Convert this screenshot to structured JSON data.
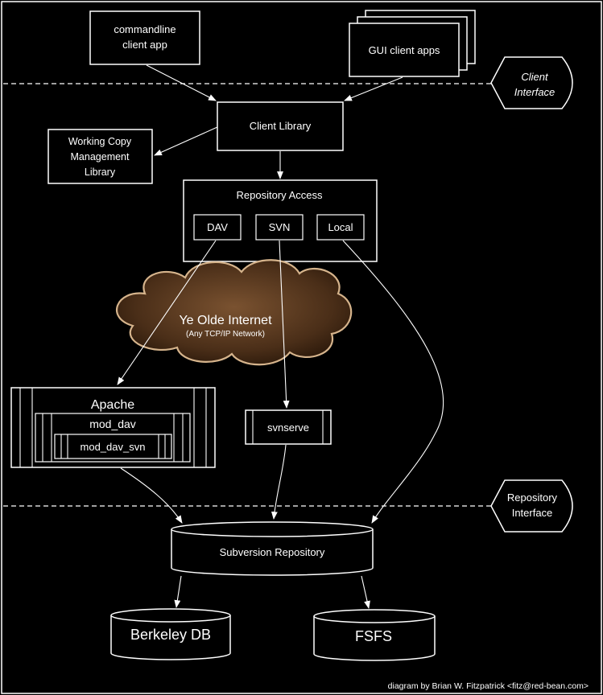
{
  "labels": {
    "commandline": [
      "commandline",
      "client app"
    ],
    "gui": "GUI client apps",
    "client_interface": [
      "Client",
      "Interface"
    ],
    "client_library": "Client Library",
    "working_copy": [
      "Working Copy",
      "Management",
      "Library"
    ],
    "repository_access": "Repository Access",
    "dav": "DAV",
    "svn": "SVN",
    "local": "Local",
    "internet_title": "Ye Olde Internet",
    "internet_sub": "(Any TCP/IP Network)",
    "apache": "Apache",
    "mod_dav": "mod_dav",
    "mod_dav_svn": "mod_dav_svn",
    "svnserve": "svnserve",
    "repository_interface": [
      "Repository",
      "Interface"
    ],
    "subversion_repository": "Subversion Repository",
    "berkeley_db": "Berkeley DB",
    "fsfs": "FSFS",
    "credit": "diagram by Brian W. Fitzpatrick <fitz@red-bean.com>"
  },
  "colors": {
    "background": "#000000",
    "foreground": "#ffffff",
    "cloud_fill": "#5a3a20",
    "cloud_edge": "#c9a27a"
  }
}
